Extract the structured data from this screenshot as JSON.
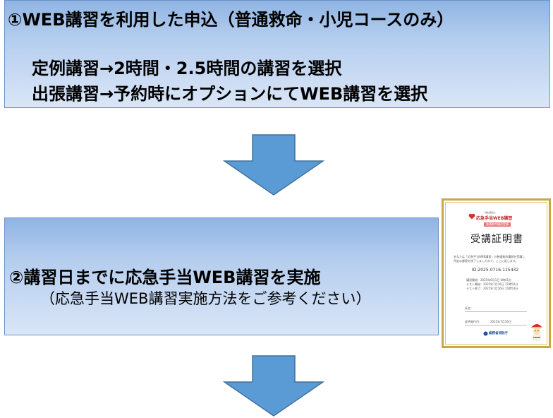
{
  "step1": {
    "title": "①WEB講習を利用した申込（普通救命・小児コースのみ）",
    "line1": "定例講習→2時間・2.5時間の講習を選択",
    "line2": "出張講習→予約時にオプションにてWEB講習を選択"
  },
  "step2": {
    "title": "②講習日までに応急手当WEB講習を実施",
    "subtitle": "（応急手当WEB講習実施方法をご参考ください）"
  },
  "certificate": {
    "header_small": "一般社団法人",
    "header": "応急手当WEB講習",
    "badge": "普通救命講習受講",
    "title": "受講証明書",
    "body_line1": "あなたは「応急手当WEB講習」の普通救命講習を受講し",
    "body_line2": "所定の課程を修了しましたので、ここに証します。",
    "id": "ID:2025-0716-115432",
    "detail1": "講習開始：2025年6月1日 0時01分",
    "detail2": "テスト開始：2025年7月16日 11時50分",
    "detail3": "テスト終了：2025年7月16日 11時54分",
    "name_label": "氏名：",
    "date_label": "証明発行日：",
    "date_value": "2025年7月16日",
    "issuer": "総務省消防庁"
  },
  "colors": {
    "box_top": "#8fb4e3",
    "box_bottom": "#dae6f7",
    "box_border": "#6b93c9",
    "arrow_fill": "#5b9bd5",
    "arrow_stroke": "#41719c",
    "cert_frame": "#c9a64a"
  }
}
